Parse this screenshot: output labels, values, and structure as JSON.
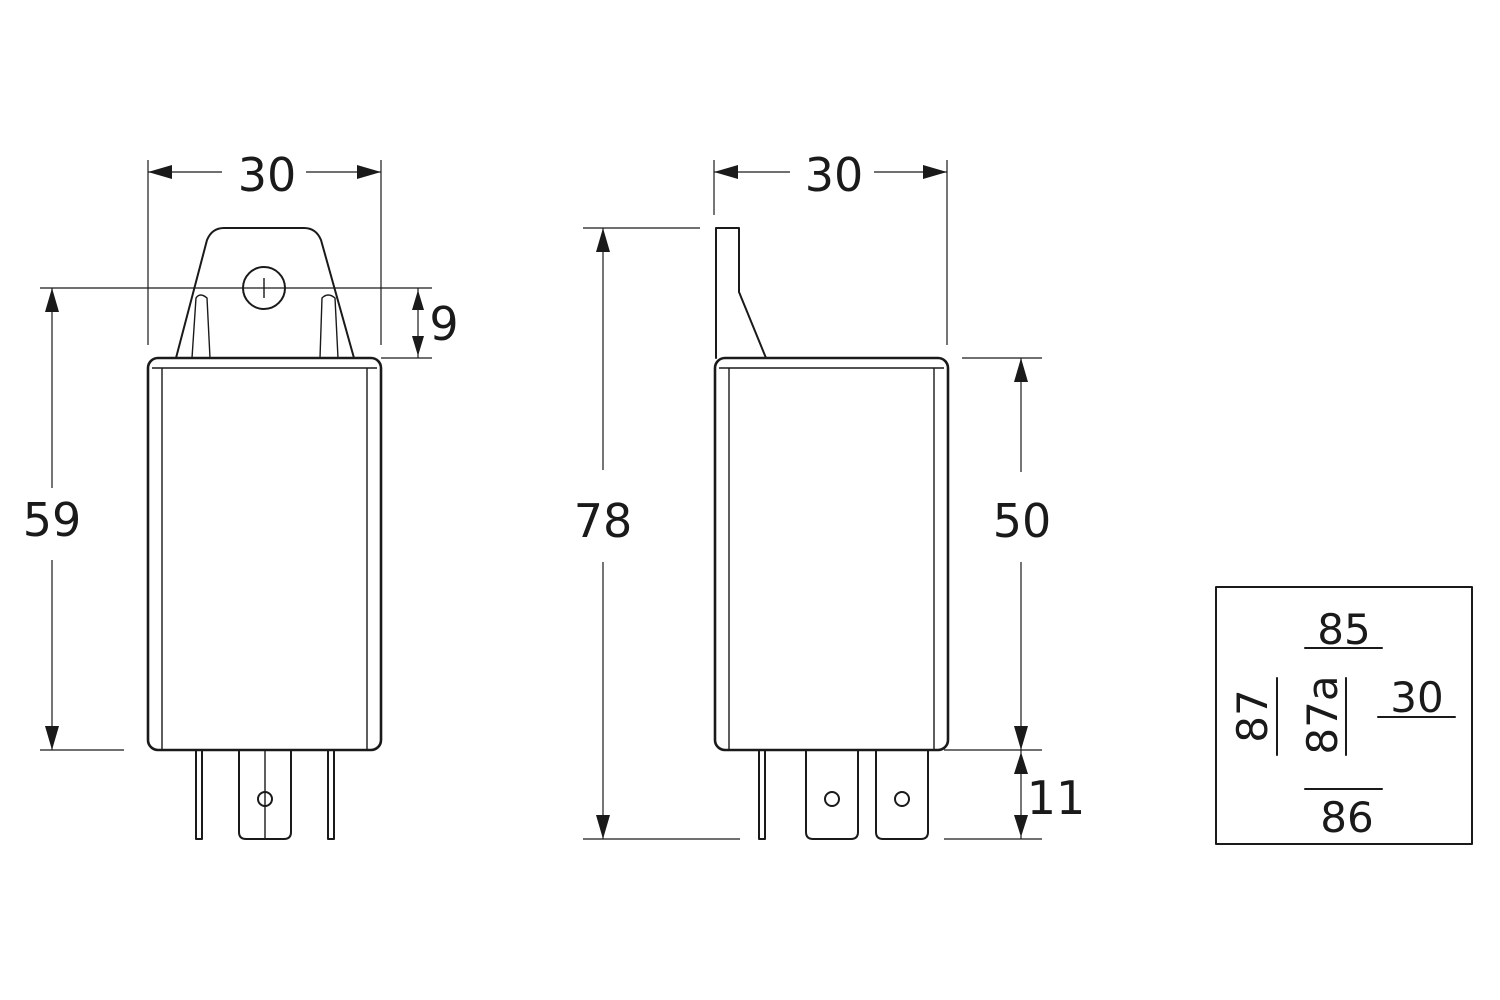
{
  "front_view": {
    "width_dim": "30",
    "height_dim": "59",
    "tab_dim": "9"
  },
  "side_view": {
    "width_dim": "30",
    "total_height_dim": "78",
    "body_height_dim": "50",
    "pin_length_dim": "11"
  },
  "pin_diagram": {
    "pin_85": "85",
    "pin_87": "87",
    "pin_87a": "87a",
    "pin_30": "30",
    "pin_86": "86"
  }
}
